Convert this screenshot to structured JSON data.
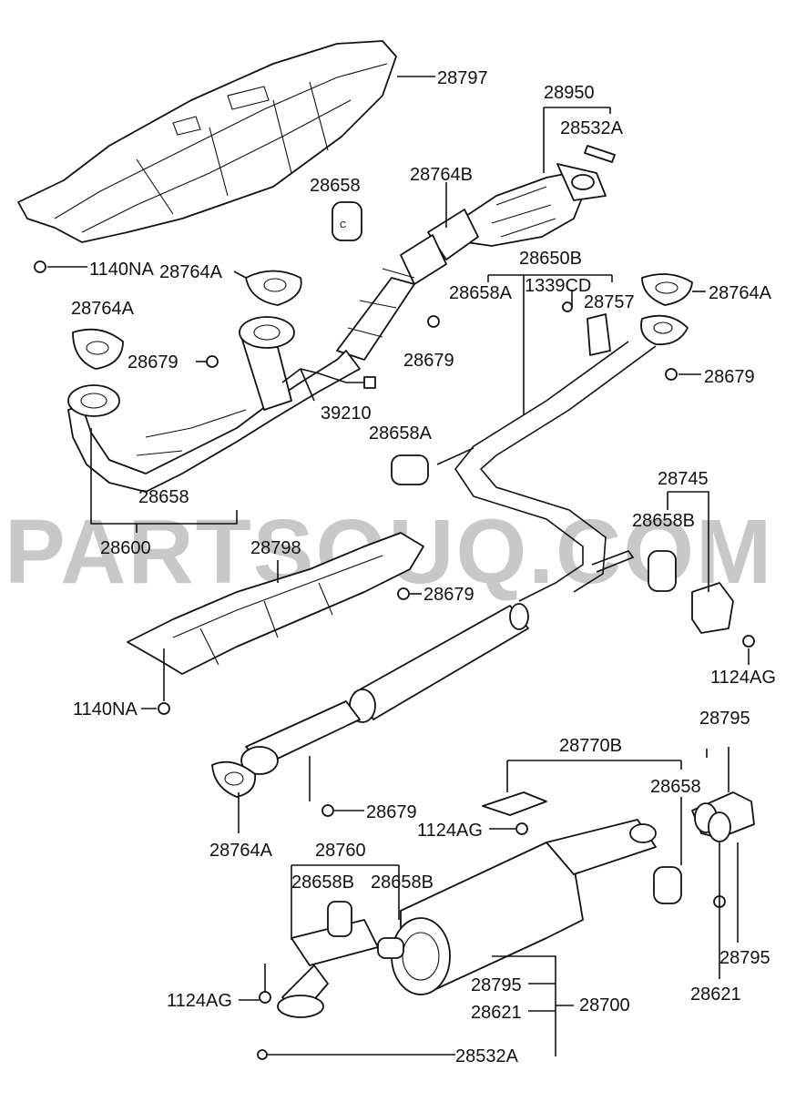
{
  "watermark": {
    "text": "PARTSOUQ.COM",
    "color": "#c8c8c8"
  },
  "labels": {
    "l28797": "28797",
    "l28950": "28950",
    "l28532A_top": "28532A",
    "l28658_top": "28658",
    "l28764B": "28764B",
    "l1140NA_top": "1140NA",
    "l28764A_center": "28764A",
    "l28764A_left": "28764A",
    "l28679_left": "28679",
    "l39210": "39210",
    "l28650B": "28650B",
    "l28658A_mid": "28658A",
    "l1339CD": "1339CD",
    "l28757": "28757",
    "l28764A_right": "28764A",
    "l28679_mid": "28679",
    "l28679_right": "28679",
    "l28658A_lower": "28658A",
    "l28658_frontpipe": "28658",
    "l28600": "28600",
    "l28798": "28798",
    "l28679_heatshield": "28679",
    "l28745": "28745",
    "l28658B_right": "28658B",
    "l1140NA_lower": "1140NA",
    "l1124AG_right": "1124AG",
    "l28795_top": "28795",
    "l28770B": "28770B",
    "l28658_muffler": "28658",
    "l28679_bottom": "28679",
    "l1124AG_mid": "1124AG",
    "l28764A_bottom": "28764A",
    "l28760": "28760",
    "l28658B_a": "28658B",
    "l28658B_b": "28658B",
    "l28795_side": "28795",
    "l28621_side": "28621",
    "l1124AG_left": "1124AG",
    "l28795_muffler": "28795",
    "l28621_muffler": "28621",
    "l28700": "28700",
    "l28532A_bottom": "28532A"
  }
}
